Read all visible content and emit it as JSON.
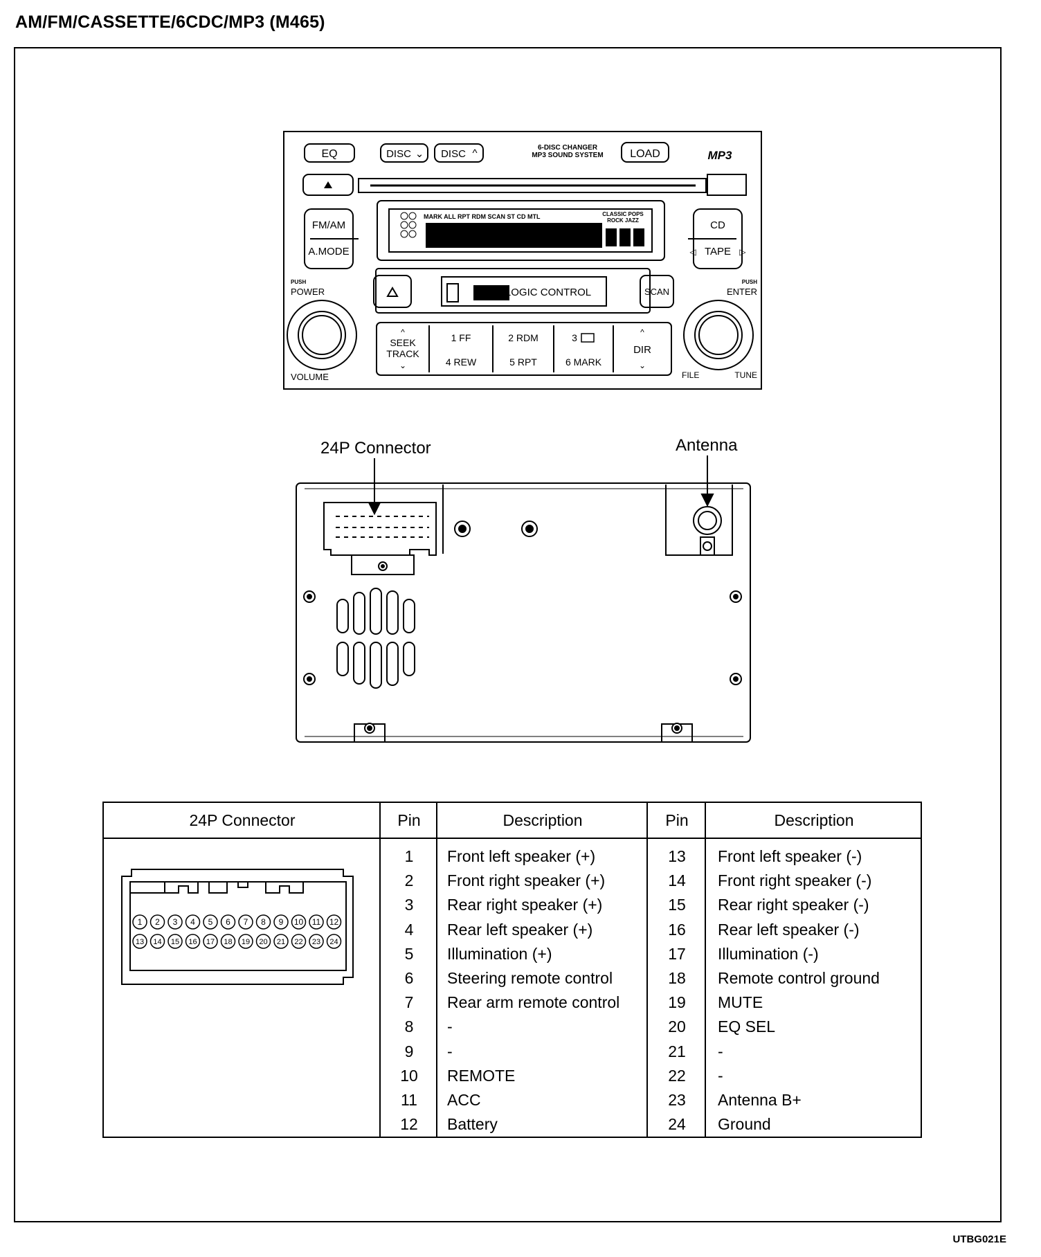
{
  "header": {
    "title": "AM/FM/CASSETTE/6CDC/MP3  (M465)"
  },
  "footer": {
    "code": "UTBG021E"
  },
  "radio_front": {
    "eq": "EQ",
    "disc_down": "DISC",
    "disc_up": "DISC",
    "changer_line1": "6-DISC CHANGER",
    "changer_line2": "MP3 SOUND SYSTEM",
    "load": "LOAD",
    "mp3_logo": "MP3",
    "fm_am": "FM/AM",
    "a_mode": "A.MODE",
    "cd": "CD",
    "tape": "TAPE",
    "display_indicators": "MARK ALL RPT RDM SCAN ST CD MTL",
    "display_eq_line1": "CLASSIC POPS",
    "display_eq_line2": "ROCK JAZZ",
    "logic_control": "LOGIC CONTROL",
    "scan": "SCAN",
    "push1": "PUSH",
    "power": "POWER",
    "push2": "PUSH",
    "enter": "ENTER",
    "volume": "VOLUME",
    "file": "FILE",
    "tune": "TUNE",
    "seek": "SEEK",
    "track": "TRACK",
    "preset_1": "1  FF",
    "preset_2": "2 RDM",
    "preset_3": "3",
    "preset_4": "4 REW",
    "preset_5": "5 RPT",
    "preset_6": "6 MARK",
    "dir": "DIR"
  },
  "rear_view": {
    "connector_label": "24P Connector",
    "antenna_label": "Antenna"
  },
  "pin_table": {
    "headers": {
      "connector": "24P Connector",
      "pin": "Pin",
      "description": "Description",
      "pin2": "Pin",
      "description2": "Description"
    },
    "pin_numbers_top": [
      "1",
      "2",
      "3",
      "4",
      "5",
      "6",
      "7",
      "8",
      "9",
      "10",
      "11",
      "12"
    ],
    "pin_numbers_bottom": [
      "13",
      "14",
      "15",
      "16",
      "17",
      "18",
      "19",
      "20",
      "21",
      "22",
      "23",
      "24"
    ],
    "rows": [
      {
        "pin_a": "1",
        "desc_a": "Front left speaker (+)",
        "pin_b": "13",
        "desc_b": "Front left speaker (-)"
      },
      {
        "pin_a": "2",
        "desc_a": "Front right speaker (+)",
        "pin_b": "14",
        "desc_b": "Front right speaker (-)"
      },
      {
        "pin_a": "3",
        "desc_a": "Rear right speaker (+)",
        "pin_b": "15",
        "desc_b": "Rear right speaker (-)"
      },
      {
        "pin_a": "4",
        "desc_a": "Rear left speaker (+)",
        "pin_b": "16",
        "desc_b": "Rear left speaker (-)"
      },
      {
        "pin_a": "5",
        "desc_a": "Illumination (+)",
        "pin_b": "17",
        "desc_b": "Illumination (-)"
      },
      {
        "pin_a": "6",
        "desc_a": "Steering remote control",
        "pin_b": "18",
        "desc_b": "Remote control ground"
      },
      {
        "pin_a": "7",
        "desc_a": "Rear arm remote control",
        "pin_b": "19",
        "desc_b": "MUTE"
      },
      {
        "pin_a": "8",
        "desc_a": "-",
        "pin_b": "20",
        "desc_b": "EQ SEL"
      },
      {
        "pin_a": "9",
        "desc_a": "-",
        "pin_b": "21",
        "desc_b": "-"
      },
      {
        "pin_a": "10",
        "desc_a": "REMOTE",
        "pin_b": "22",
        "desc_b": "-"
      },
      {
        "pin_a": "11",
        "desc_a": "ACC",
        "pin_b": "23",
        "desc_b": "Antenna B+"
      },
      {
        "pin_a": "12",
        "desc_a": "Battery",
        "pin_b": "24",
        "desc_b": "Ground"
      }
    ]
  }
}
